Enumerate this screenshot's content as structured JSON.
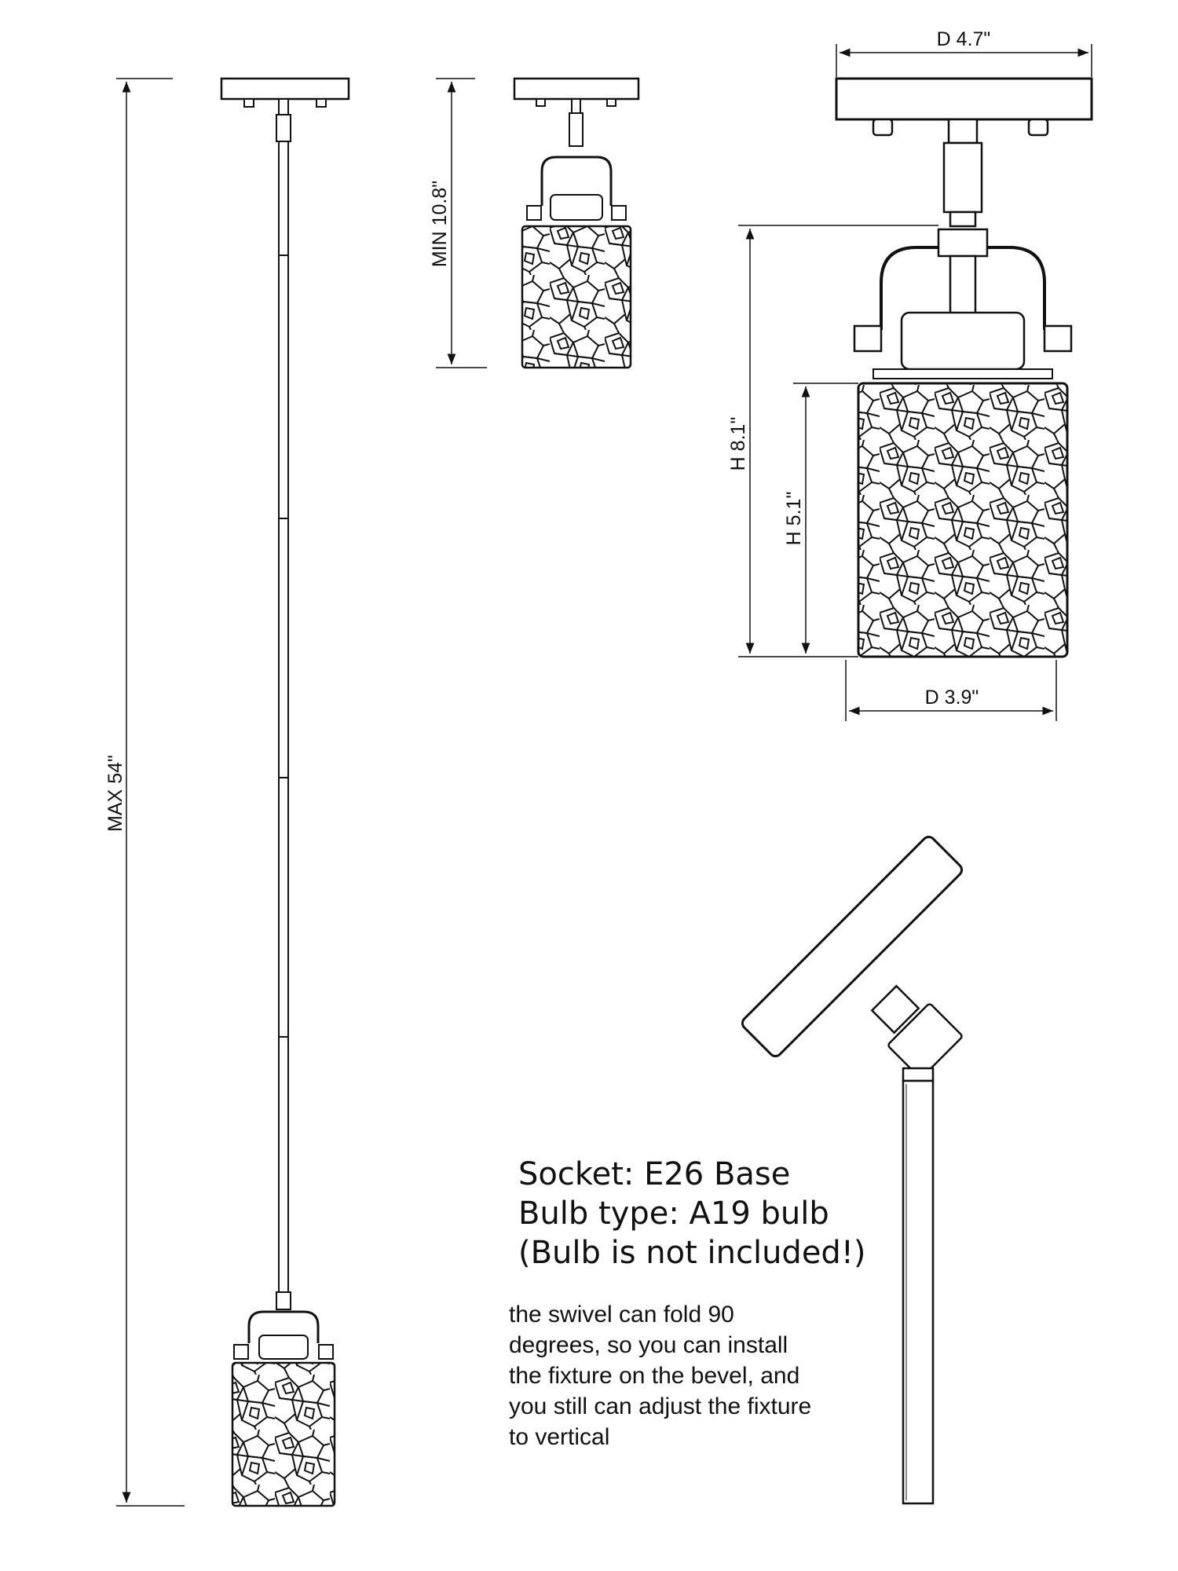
{
  "dimensions": {
    "max_length": "MAX 54\"",
    "min_length": "MIN 10.8\"",
    "canopy_diameter": "D 4.7\"",
    "overall_height": "H 8.1\"",
    "shade_height": "H 5.1\"",
    "shade_diameter": "D 3.9\""
  },
  "specs": {
    "socket": "Socket: E26 Base",
    "bulb_type": "Bulb type: A19 bulb",
    "bulb_note": "(Bulb is not included!)"
  },
  "swivel_note": {
    "lines": [
      "the swivel can fold 90",
      "degrees, so you can install",
      "the fixture on the bevel, and",
      "you still can adjust the fixture",
      "to vertical"
    ]
  }
}
